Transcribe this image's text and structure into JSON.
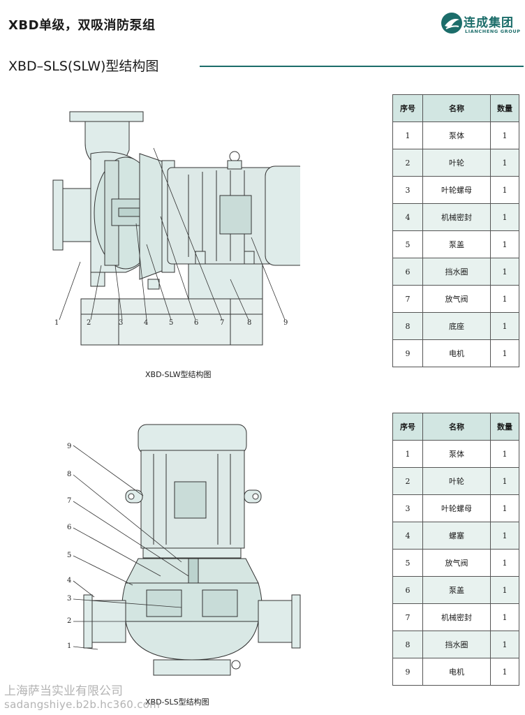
{
  "header": {
    "title": "XBD单级，双吸消防泵组",
    "logo_cn": "连成集团",
    "logo_en": "LIANCHENG GROUP"
  },
  "section": {
    "title": "XBD–SLS(SLW)型结构图"
  },
  "diagrams": [
    {
      "caption": "XBD-SLW型结构图",
      "callouts": [
        "1",
        "2",
        "3",
        "4",
        "5",
        "6",
        "7",
        "8",
        "9"
      ]
    },
    {
      "caption": "XBD-SLS型结构图",
      "callouts": [
        "1",
        "2",
        "3",
        "4",
        "5",
        "6",
        "7",
        "8",
        "9"
      ]
    }
  ],
  "tables": [
    {
      "headers": [
        "序号",
        "名称",
        "数量"
      ],
      "rows": [
        [
          "1",
          "泵体",
          "1"
        ],
        [
          "2",
          "叶轮",
          "1"
        ],
        [
          "3",
          "叶轮螺母",
          "1"
        ],
        [
          "4",
          "机械密封",
          "1"
        ],
        [
          "5",
          "泵盖",
          "1"
        ],
        [
          "6",
          "挡水圈",
          "1"
        ],
        [
          "7",
          "放气阀",
          "1"
        ],
        [
          "8",
          "底座",
          "1"
        ],
        [
          "9",
          "电机",
          "1"
        ]
      ]
    },
    {
      "headers": [
        "序号",
        "名称",
        "数量"
      ],
      "rows": [
        [
          "1",
          "泵体",
          "1"
        ],
        [
          "2",
          "叶轮",
          "1"
        ],
        [
          "3",
          "叶轮螺母",
          "1"
        ],
        [
          "4",
          "螺塞",
          "1"
        ],
        [
          "5",
          "放气阀",
          "1"
        ],
        [
          "6",
          "泵盖",
          "1"
        ],
        [
          "7",
          "机械密封",
          "1"
        ],
        [
          "8",
          "挡水圈",
          "1"
        ],
        [
          "9",
          "电机",
          "1"
        ]
      ]
    }
  ],
  "watermark": {
    "line1": "上海萨当实业有限公司",
    "line2": "sadangshiye.b2b.hc360.com"
  },
  "colors": {
    "accent": "#1c6d6a",
    "table_header": "#d2e6e2",
    "drawing_fill": "#dfecea"
  }
}
